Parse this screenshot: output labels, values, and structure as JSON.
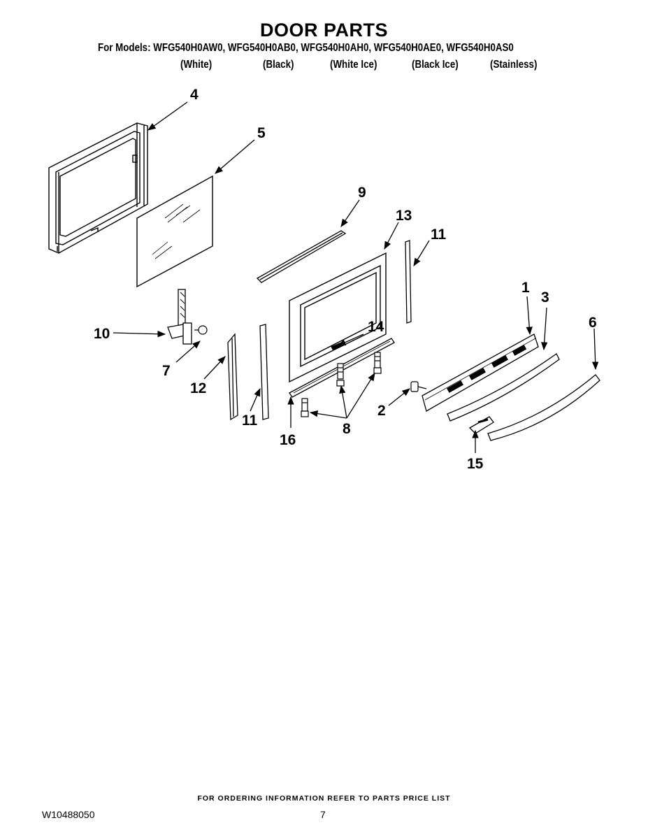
{
  "header": {
    "title": "DOOR PARTS",
    "models_line": "For Models: WFG540H0AW0, WFG540H0AB0, WFG540H0AH0, WFG540H0AE0, WFG540H0AS0",
    "colors": [
      "(White)",
      "(Black)",
      "(White Ice)",
      "(Black Ice)",
      "(Stainless)"
    ]
  },
  "callouts": {
    "c1": "1",
    "c2": "2",
    "c3": "3",
    "c4": "4",
    "c5": "5",
    "c6": "6",
    "c7": "7",
    "c8": "8",
    "c9": "9",
    "c10": "10",
    "c11a": "11",
    "c11b": "11",
    "c12": "12",
    "c13": "13",
    "c14": "14",
    "c15": "15",
    "c16": "16"
  },
  "footer": {
    "ordering_note": "FOR ORDERING INFORMATION REFER TO PARTS PRICE LIST",
    "document_number": "W10488050",
    "page_number": "7"
  }
}
